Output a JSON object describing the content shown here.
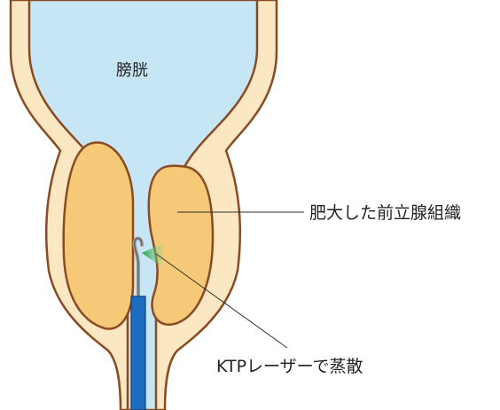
{
  "labels": {
    "bladder": "膀胱",
    "prostate": "肥大した前立腺組織",
    "laser": "KTPレーザーで蒸散"
  },
  "colors": {
    "bladder_fill": "#c6e6f6",
    "wall_outline": "#8a4a22",
    "wall_fill": "#fbe7c2",
    "prostate_fill": "#f6c978",
    "laser_beam": "#2aa84a",
    "scope": "#1d6cc0",
    "probe": "#9a9a9a",
    "leader_line": "#333333"
  }
}
